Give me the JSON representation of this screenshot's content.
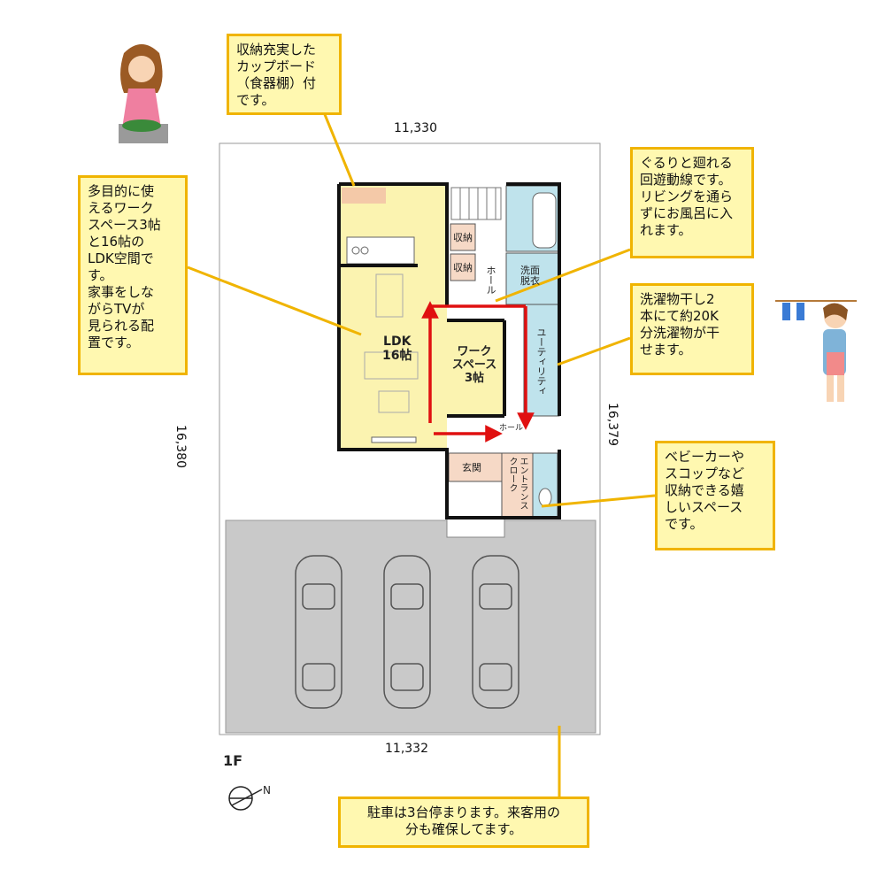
{
  "floor": {
    "label": "1F"
  },
  "dimensions": {
    "top": "11,330",
    "bottom": "11,332",
    "left": "16,380",
    "right": "16,379"
  },
  "rooms": {
    "ldk": "LDK\n16帖",
    "workspace": "ワーク\nスペース\n3帖",
    "storage1": "収納",
    "storage2": "収納",
    "hall": "ホール",
    "washroom": "洗面\n脱衣",
    "utility": "ユーティリティ",
    "hall2": "ホール",
    "entrance": "玄関",
    "entrance_cloak": "エントランス\nクローク"
  },
  "callouts": {
    "cupboard": "収納充実した\nカップボード\n（食器棚）付\nです。",
    "workspace": "多目的に使\nえるワーク\nスペース3帖\nと16帖の\nLDK空間で\nす。\n家事をしな\nがらTVが\n見られる配\n置です。",
    "circulation": "ぐるりと廻れる\n回遊動線です。\nリビングを通ら\nずにお風呂に入\nれます。",
    "laundry": "洗濯物干し2\n本にて約20K\n分洗濯物が干\nせます。",
    "stroller": "ベビーカーや\nスコップなど\n収納できる嬉\nしいスペース\nです。",
    "parking": "駐車は3台停まります。来客用の\n分も確保してます。"
  },
  "compass": {
    "label": "N"
  },
  "colors": {
    "callout_bg": "#fff8b0",
    "callout_border": "#f0b400",
    "ldk_floor": "#fbf3b0",
    "wet_floor": "#bfe3ec",
    "entrance_floor": "#f6d9c6",
    "parking": "#c8c8c8",
    "arrow": "#e01010"
  },
  "icons": [
    "woman-cooking-icon",
    "woman-laundry-icon",
    "car-icon",
    "compass-icon"
  ]
}
